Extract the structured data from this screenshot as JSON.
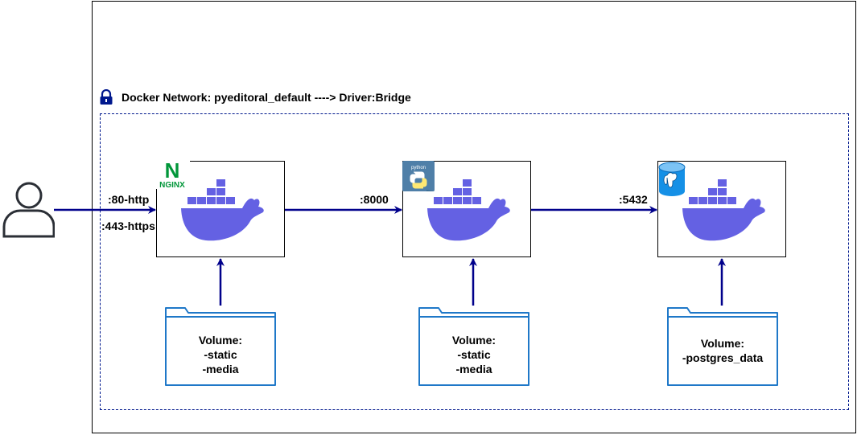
{
  "network": {
    "title": "Docker Network: pyeditoral_default ----> Driver:Bridge",
    "lock_icon": "lock-icon",
    "border_color": "#00188d"
  },
  "colors": {
    "arrow": "#00008b",
    "docker_whale": "#6461e3",
    "folder_stroke": "#1f78c8"
  },
  "user": {
    "icon": "user-icon"
  },
  "ports": {
    "http": ":80-http",
    "https": ":443-https",
    "app": ":8000",
    "db": ":5432"
  },
  "containers": [
    {
      "name": "nginx",
      "logo_text": "NGINX",
      "icon": "docker-whale-icon"
    },
    {
      "name": "python",
      "logo_text": "python",
      "icon": "docker-whale-icon"
    },
    {
      "name": "postgres",
      "logo_text": "",
      "icon": "docker-whale-icon"
    }
  ],
  "volumes": [
    {
      "title": "Volume:",
      "lines": [
        "-static",
        "-media"
      ]
    },
    {
      "title": "Volume:",
      "lines": [
        "-static",
        "-media"
      ]
    },
    {
      "title": "Volume:",
      "lines": [
        "-postgres_data"
      ]
    }
  ]
}
